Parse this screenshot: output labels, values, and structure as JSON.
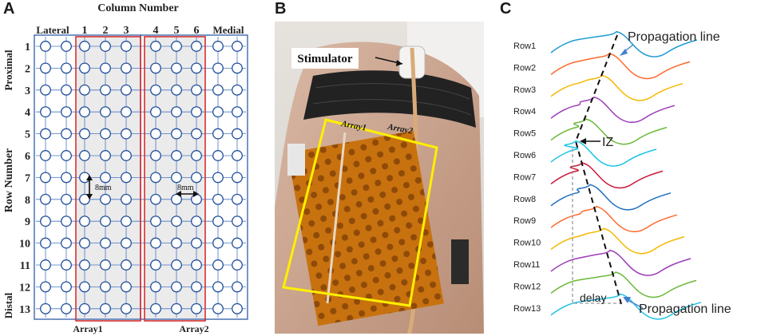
{
  "panels": {
    "a": "A",
    "b": "B",
    "c": "C"
  },
  "panelA": {
    "column_title": "Column Number",
    "lateral": "Lateral",
    "medial": "Medial",
    "columns": [
      "1",
      "2",
      "3",
      "4",
      "5",
      "6"
    ],
    "rows": [
      "1",
      "2",
      "3",
      "4",
      "5",
      "6",
      "7",
      "8",
      "9",
      "10",
      "11",
      "12",
      "13"
    ],
    "proximal": "Proximal",
    "row_number": "Row Number",
    "distal": "Distal",
    "array1": "Array1",
    "array2": "Array2",
    "spacing_vertical": "8mm",
    "spacing_horizontal": "8mm",
    "colors": {
      "electrode": "#1f4e9c",
      "outer_box": "#2e5ea8",
      "array_box": "#d62f2f",
      "highlight": "#ebebeb"
    }
  },
  "panelB": {
    "stimulator": "Stimulator",
    "array1": "Array1",
    "array2": "Array2",
    "colors": {
      "outline": "#ffef00",
      "array_fill": "#c8720f"
    }
  },
  "panelC": {
    "rows": [
      {
        "label": "Row1",
        "color": "#1f9bd1"
      },
      {
        "label": "Row2",
        "color": "#ff6a2e"
      },
      {
        "label": "Row3",
        "color": "#f5b800"
      },
      {
        "label": "Row4",
        "color": "#9b3db8"
      },
      {
        "label": "Row5",
        "color": "#6cb83a"
      },
      {
        "label": "Row6",
        "color": "#1fc2e6"
      },
      {
        "label": "Row7",
        "color": "#c8193a"
      },
      {
        "label": "Row8",
        "color": "#1f6fbf"
      },
      {
        "label": "Row9",
        "color": "#ff6a2e"
      },
      {
        "label": "Row10",
        "color": "#f5b800"
      },
      {
        "label": "Row11",
        "color": "#9b3db8"
      },
      {
        "label": "Row12",
        "color": "#6cb83a"
      },
      {
        "label": "Row13",
        "color": "#1fc2e6"
      }
    ],
    "propagation_line_top": "Propagation line",
    "propagation_line_bottom": "Propagation line",
    "iz": "IZ",
    "delay": "delay"
  }
}
